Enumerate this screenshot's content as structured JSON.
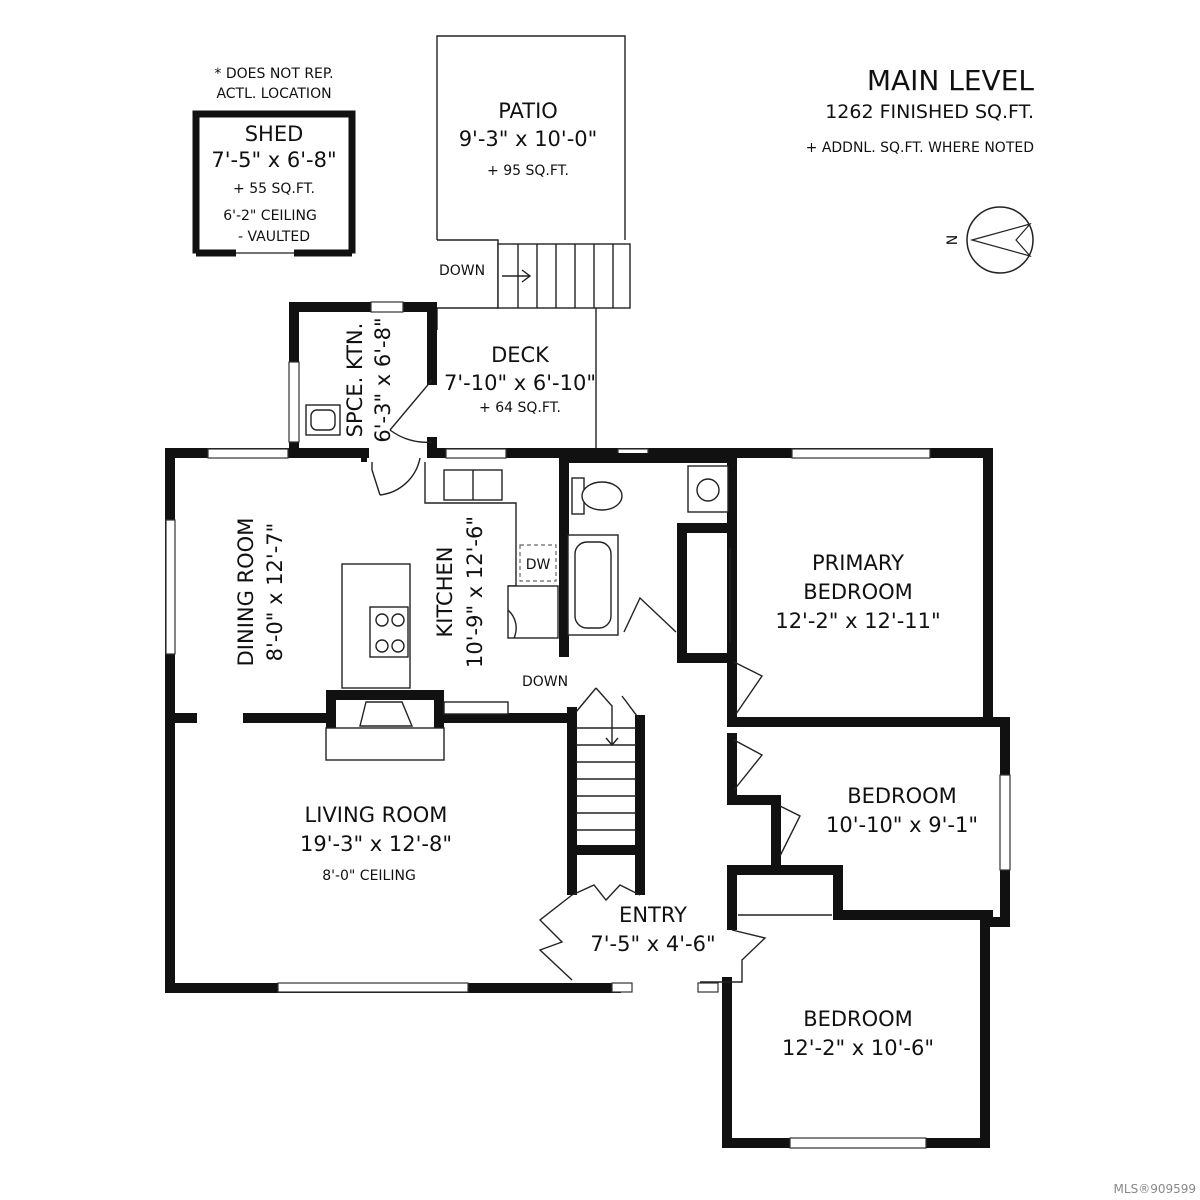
{
  "header": {
    "title": "MAIN LEVEL",
    "finished": "1262 FINISHED SQ.FT.",
    "additional": "+ ADDNL. SQ.FT. WHERE NOTED"
  },
  "shed_note": {
    "line1": "* DOES NOT REP.",
    "line2": "ACTL. LOCATION"
  },
  "compass_label": "N",
  "rooms": {
    "shed": {
      "name": "SHED",
      "dims": "7'-5\" x 6'-8\"",
      "extra": "+ 55 SQ.FT.",
      "ceiling": "6'-2\" CEILING",
      "ceiling2": "- VAULTED"
    },
    "patio": {
      "name": "PATIO",
      "dims": "9'-3\" x 10'-0\"",
      "extra": "+ 95 SQ.FT."
    },
    "deck": {
      "name": "DECK",
      "dims": "7'-10\" x 6'-10\"",
      "extra": "+ 64 SQ.FT."
    },
    "spce_ktn": {
      "name": "SPCE. KTN.",
      "dims": "6'-3\" x 6'-8\""
    },
    "dining": {
      "name": "DINING ROOM",
      "dims": "8'-0\" x 12'-7\""
    },
    "kitchen": {
      "name": "KITCHEN",
      "dims": "10'-9\" x 12'-6\""
    },
    "primary": {
      "name1": "PRIMARY",
      "name2": "BEDROOM",
      "dims": "12'-2\" x 12'-11\""
    },
    "living": {
      "name": "LIVING ROOM",
      "dims": "19'-3\" x 12'-8\"",
      "ceiling": "8'-0\" CEILING"
    },
    "bedroom2": {
      "name": "BEDROOM",
      "dims": "10'-10\" x 9'-1\""
    },
    "entry": {
      "name": "ENTRY",
      "dims": "7'-5\" x 4'-6\""
    },
    "bedroom3": {
      "name": "BEDROOM",
      "dims": "12'-2\" x 10'-6\""
    }
  },
  "labels": {
    "down_deck": "DOWN",
    "down_stairs": "DOWN",
    "dishwasher": "DW"
  },
  "footer": {
    "mls": "MLS®909599"
  }
}
